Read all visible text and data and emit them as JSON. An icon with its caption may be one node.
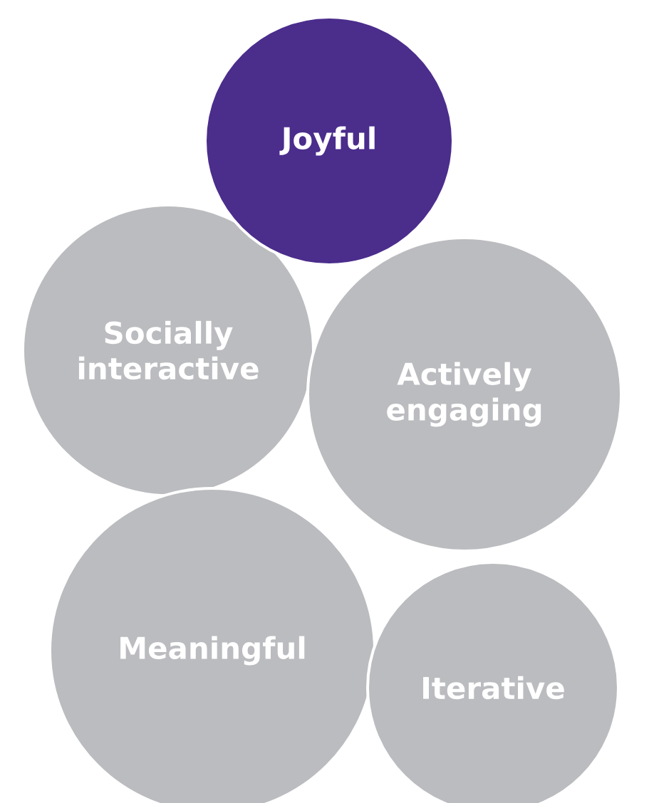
{
  "diagram": {
    "nodes": [
      {
        "text": [
          "Joyful"
        ]
      },
      {
        "text": [
          "Socially interactive"
        ]
      },
      {
        "text": [
          "Actively engaging"
        ]
      },
      {
        "text": [
          "Meaningful"
        ]
      },
      {
        "text": [
          "Iterative"
        ]
      }
    ]
  }
}
